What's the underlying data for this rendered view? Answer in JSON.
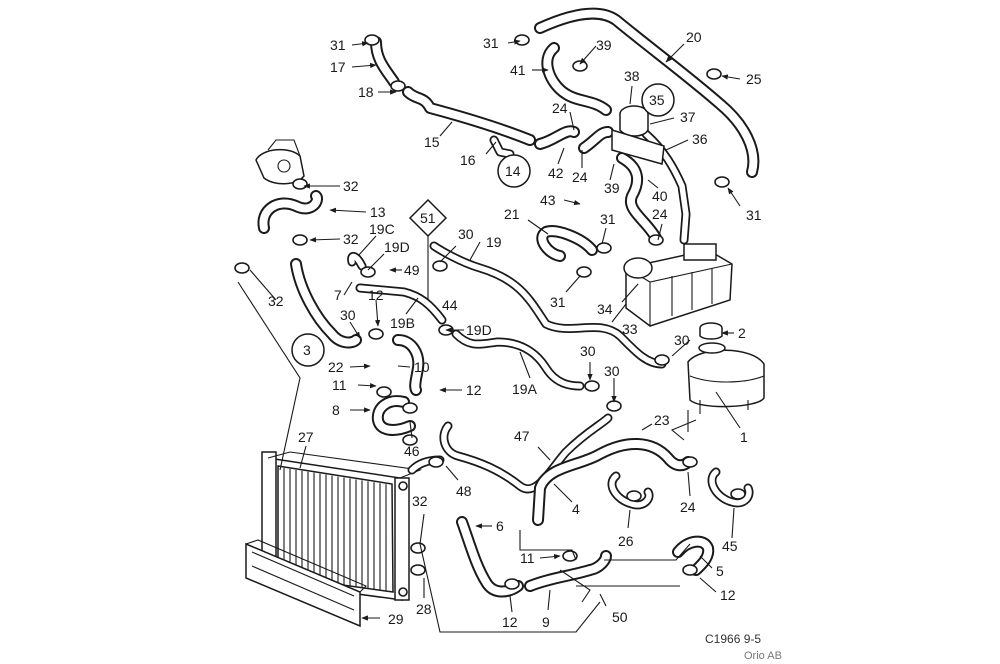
{
  "labels": {
    "l31a": "31",
    "l17": "17",
    "l18": "18",
    "l15": "15",
    "l16": "16",
    "l14": "14",
    "l31b": "31",
    "l41": "41",
    "l39a": "39",
    "l20": "20",
    "l25": "25",
    "l38": "38",
    "l35": "35",
    "l37": "37",
    "l36": "36",
    "l24a": "24",
    "l42": "42",
    "l24b": "24",
    "l39b": "39",
    "l40": "40",
    "l43": "43",
    "l31c": "31",
    "l24c": "24",
    "l31d": "31",
    "l21": "21",
    "l19": "19",
    "l30a": "30",
    "l51": "51",
    "l44": "44",
    "l31e": "31",
    "l34": "34",
    "l33": "33",
    "l32a": "32",
    "l13": "13",
    "l32b": "32",
    "l19c": "19C",
    "l19d": "19D",
    "l49": "49",
    "l32c": "32",
    "l7": "7",
    "l12a": "12",
    "l30b": "30",
    "l19b": "19B",
    "l19d2": "19D",
    "l3": "3",
    "l22": "22",
    "l10": "10",
    "l11a": "11",
    "l12b": "12",
    "l8": "8",
    "l19a": "19A",
    "l30c": "30",
    "l30d": "30",
    "l30e": "30",
    "l2": "2",
    "l23": "23",
    "l1": "1",
    "l27": "27",
    "l46": "46",
    "l47": "47",
    "l48": "48",
    "l32d": "32",
    "l6": "6",
    "l4": "4",
    "l24d": "24",
    "l26": "26",
    "l45": "45",
    "l11b": "11",
    "l5": "5",
    "l12c": "12",
    "l28": "28",
    "l29": "29",
    "l12d": "12",
    "l9": "9",
    "l50": "50"
  },
  "footer": {
    "code": "C1966 9-5",
    "copyright": "Orio AB"
  }
}
